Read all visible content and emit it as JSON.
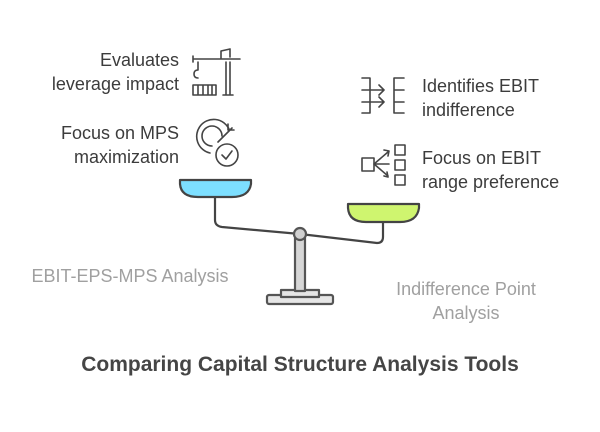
{
  "left_side": {
    "label": "EBIT-EPS-MPS Analysis",
    "items": [
      {
        "line1": "Evaluates",
        "line2": "leverage impact",
        "icon": "crane-icon"
      },
      {
        "line1": "Focus on MPS",
        "line2": "maximization",
        "icon": "target-check-icon"
      }
    ],
    "pan_color": "#7DDFFF"
  },
  "right_side": {
    "label_line1": "Indifference Point",
    "label_line2": "Analysis",
    "items": [
      {
        "line1": "Identifies EBIT",
        "line2": "indifference",
        "icon": "merge-arrows-icon"
      },
      {
        "line1": "Focus on EBIT",
        "line2": "range preference",
        "icon": "branch-options-icon"
      }
    ],
    "pan_color": "#CFF56F"
  },
  "title": "Comparing Capital Structure Analysis Tools"
}
